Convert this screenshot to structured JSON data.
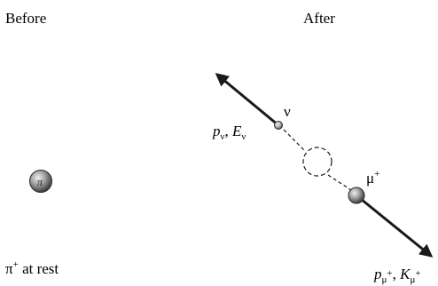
{
  "panels": {
    "before": {
      "heading": "Before",
      "particle_symbol": "π",
      "caption": {
        "particle": "π",
        "charge": "+",
        "text": " at rest"
      }
    },
    "after": {
      "heading": "After",
      "neutrino": {
        "symbol": "ν",
        "momentum_label": {
          "p": "p",
          "p_sub": "ν",
          "sep": ", ",
          "E": "E",
          "E_sub": "ν"
        }
      },
      "muon": {
        "symbol": "μ",
        "charge": "+",
        "momentum_label": {
          "p": "p",
          "p_sub": "μ",
          "p_sub_sup": "+",
          "sep": ", ",
          "K": "K",
          "K_sub": "μ",
          "K_sub_sup": "+"
        }
      }
    }
  },
  "colors": {
    "ink": "#1a1a1a",
    "particle_light": "#e2e2e2",
    "particle_mid": "#9a9a9a",
    "particle_dark": "#4a4a4a"
  }
}
